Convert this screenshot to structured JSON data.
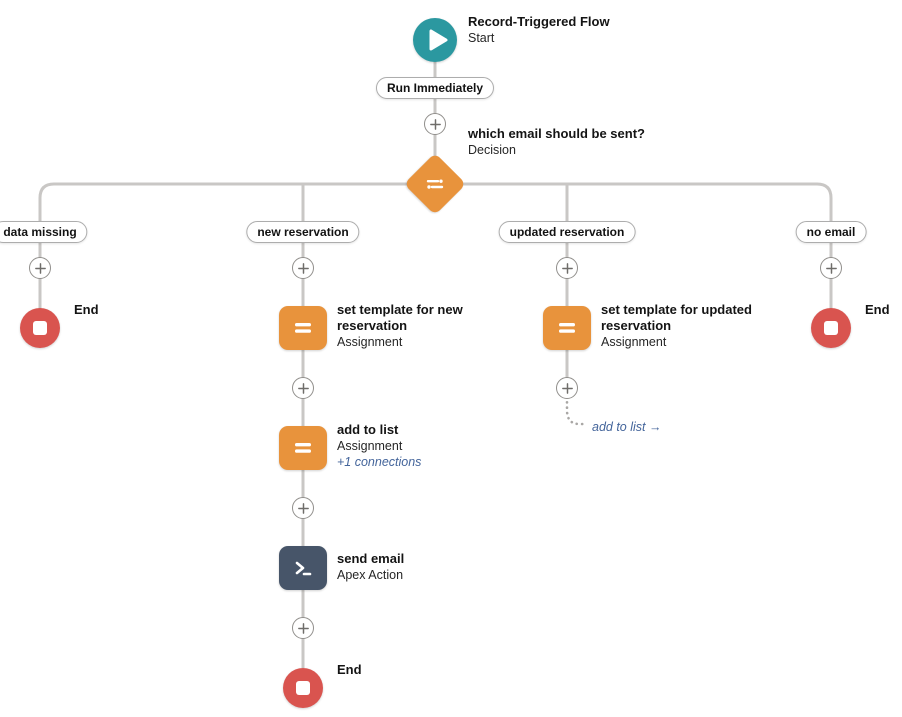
{
  "start": {
    "title": "Record-Triggered Flow",
    "subtitle": "Start",
    "badge": "Run Immediately"
  },
  "decision": {
    "title": "which email should be sent?",
    "subtitle": "Decision"
  },
  "branches": [
    {
      "label": "data missing"
    },
    {
      "label": "new reservation"
    },
    {
      "label": "updated reservation"
    },
    {
      "label": "no email"
    }
  ],
  "nodes": {
    "end_data_missing": {
      "title": "End"
    },
    "assign_new": {
      "title_lines": [
        "set template for new",
        "reservation"
      ],
      "subtitle": "Assignment"
    },
    "assign_updated": {
      "title_lines": [
        "set template for updated",
        "reservation"
      ],
      "subtitle": "Assignment"
    },
    "add_to_list": {
      "title": "add to list",
      "subtitle": "Assignment",
      "connections_link": "+1 connections"
    },
    "send_email": {
      "title": "send email",
      "subtitle": "Apex Action"
    },
    "end_no_email": {
      "title": "End"
    },
    "end_main": {
      "title": "End"
    }
  },
  "goto": {
    "label": "add to list →"
  },
  "colors": {
    "start_teal": "#2B98A0",
    "decision_orange": "#E8933C",
    "assignment_orange": "#E8933C",
    "apex_slate": "#475569",
    "end_red": "#D9544F",
    "link_blue": "#44659B",
    "connector_gray": "#C9C7C5"
  }
}
